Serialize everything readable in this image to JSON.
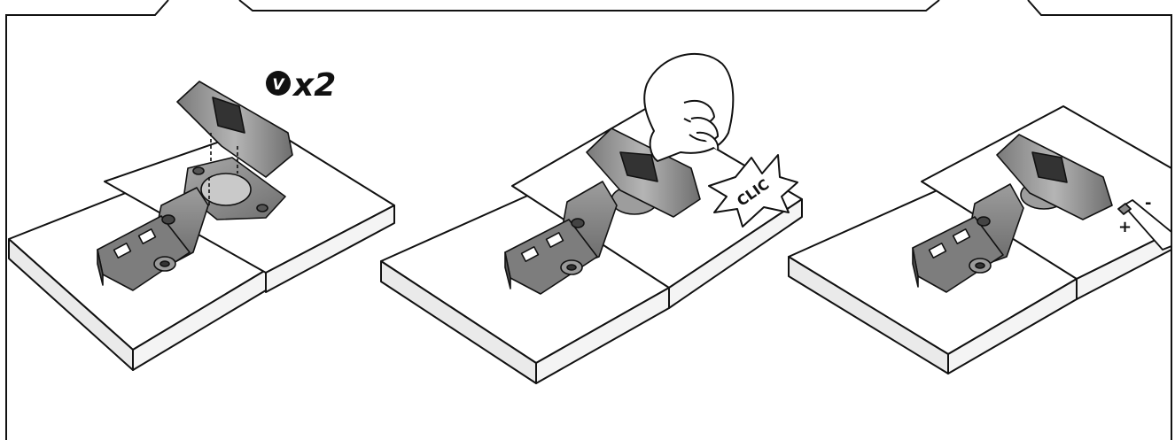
{
  "badge": {
    "letter": "V",
    "multiplier": "x2"
  },
  "click_label": "CLIC",
  "adjust": {
    "minus": "-",
    "plus": "+"
  },
  "colors": {
    "ink": "#111111",
    "metal": "#8e8e8e",
    "metal_dark": "#5b5b5b",
    "metal_light": "#c4c4c4",
    "board": "#ffffff",
    "board_edge": "#e9e9e9"
  }
}
